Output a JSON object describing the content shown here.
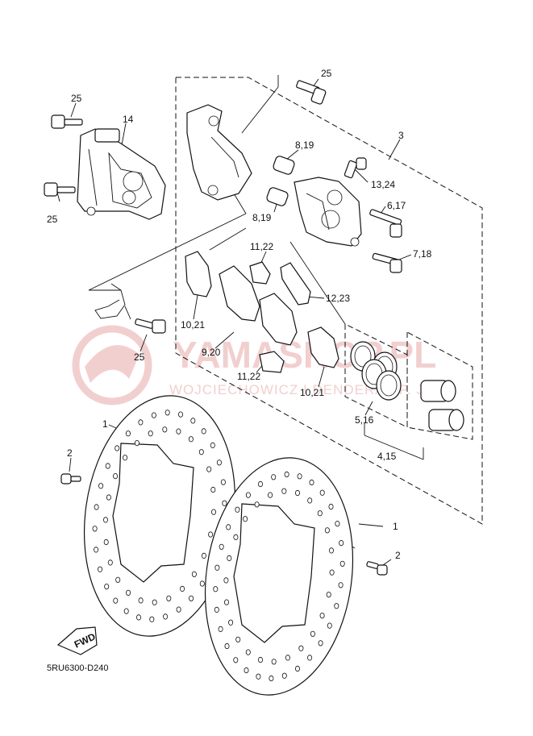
{
  "diagram_code": "5RU6300-D240",
  "fwd_label": "FWD",
  "watermark": {
    "title": "YAMASHOP.PL",
    "subtitle": "WOJCIECHOWICZ I DENDERA SP. J.",
    "color": "#f2cfcf"
  },
  "callouts": {
    "c25_top": "25",
    "c25_left_top": "25",
    "c14": "14",
    "c25_left_bottom": "25",
    "c3": "3",
    "c8_19_top": "8,19",
    "c13_24": "13,24",
    "c8_19_bottom": "8,19",
    "c6_17": "6,17",
    "c7_18": "7,18",
    "c11_22_top": "11,22",
    "c12_23": "12,23",
    "c10_21_left": "10,21",
    "c25_mid": "25",
    "c9_20": "9,20",
    "c11_22_bottom": "11,22",
    "c10_21_right": "10,21",
    "c5_16": "5,16",
    "c4_15": "4,15",
    "c1_left": "1",
    "c2_left": "2",
    "c1_right": "1",
    "c2_right": "2"
  }
}
